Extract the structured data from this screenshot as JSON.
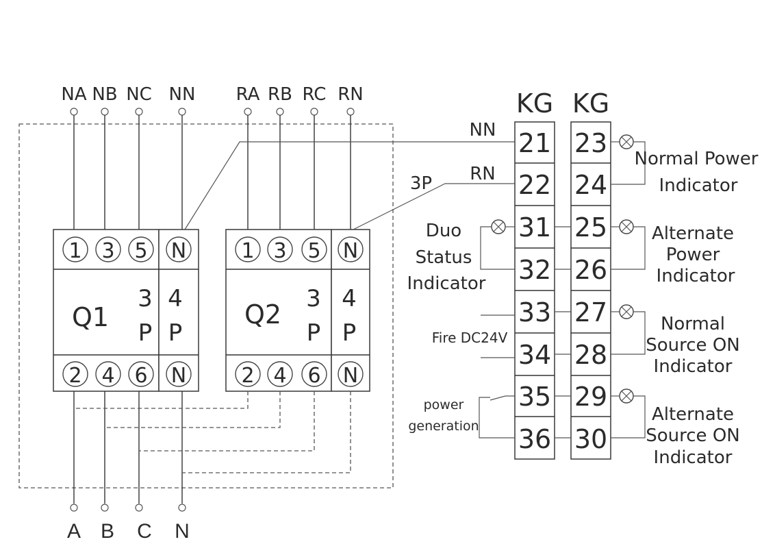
{
  "top_terminals": {
    "q1": [
      "NA",
      "NB",
      "NC",
      "NN"
    ],
    "q2": [
      "RA",
      "RB",
      "RC",
      "RN"
    ]
  },
  "bottom_terminals": [
    "A",
    "B",
    "C",
    "N"
  ],
  "breakers": [
    {
      "name": "Q1",
      "top_pins": [
        "1",
        "3",
        "5",
        "N"
      ],
      "bottom_pins": [
        "2",
        "4",
        "6",
        "N"
      ],
      "pole_main": [
        "3",
        "P"
      ],
      "pole_aux": [
        "4",
        "P"
      ]
    },
    {
      "name": "Q2",
      "top_pins": [
        "1",
        "3",
        "5",
        "N"
      ],
      "bottom_pins": [
        "2",
        "4",
        "6",
        "N"
      ],
      "pole_main": [
        "3",
        "P"
      ],
      "pole_aux": [
        "4",
        "P"
      ]
    }
  ],
  "wire_labels": {
    "nn": "NN",
    "rn": "RN",
    "three_p": "3P"
  },
  "terminal_blocks": {
    "left_header": "KG",
    "right_header": "KG",
    "left": [
      "21",
      "22",
      "31",
      "32",
      "33",
      "34",
      "35",
      "36"
    ],
    "right": [
      "23",
      "24",
      "25",
      "26",
      "27",
      "28",
      "29",
      "30"
    ]
  },
  "annotations": {
    "normal_power": [
      "Normal Power",
      "Indicator"
    ],
    "alternate_power": [
      "Alternate",
      "Power",
      "Indicator"
    ],
    "normal_source_on": [
      "Normal",
      "Source ON",
      "Indicator"
    ],
    "alternate_source_on": [
      "Alternate",
      "Source ON",
      "Indicator"
    ],
    "duo_status": [
      "Duo",
      "Status",
      "Indicator"
    ],
    "fire": "Fire DC24V",
    "power_generation": [
      "power",
      "generation"
    ]
  }
}
